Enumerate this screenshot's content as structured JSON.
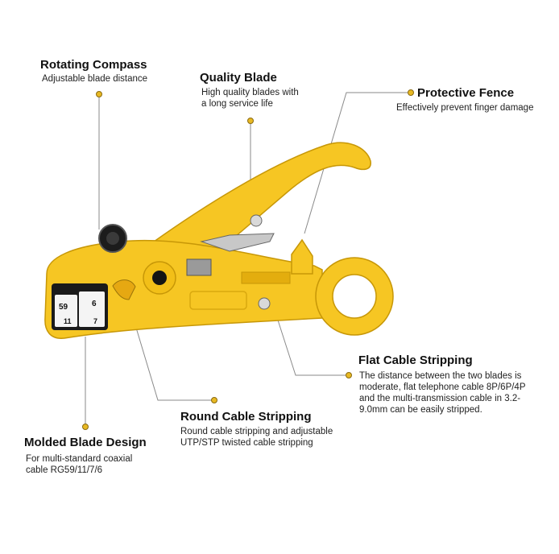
{
  "colors": {
    "tool_body": "#f6c623",
    "tool_shadow": "#d9a80f",
    "callout_dot": "#e8b923",
    "leader_line": "#888888",
    "text": "#111111"
  },
  "tool": {
    "head_labels": [
      "59",
      "6",
      "11",
      "7"
    ]
  },
  "callouts": {
    "rotating_compass": {
      "title": "Rotating Compass",
      "desc": "Adjustable blade distance"
    },
    "quality_blade": {
      "title": "Quality Blade",
      "desc": [
        "High quality blades with",
        "a long service life"
      ]
    },
    "protective_fence": {
      "title": "Protective Fence",
      "desc": "Effectively prevent finger damage"
    },
    "flat_cable_stripping": {
      "title": "Flat Cable Stripping",
      "desc": [
        "The distance between the two blades is",
        "moderate, flat telephone cable 8P/6P/4P",
        "and the multi-transmission cable in 3.2-",
        "9.0mm can be easily stripped."
      ]
    },
    "round_cable_stripping": {
      "title": "Round Cable Stripping",
      "desc": [
        "Round cable stripping and adjustable",
        "UTP/STP twisted cable stripping"
      ]
    },
    "molded_blade_design": {
      "title": "Molded Blade Design",
      "desc": [
        "For multi-standard coaxial",
        "cable RG59/11/7/6"
      ]
    }
  }
}
